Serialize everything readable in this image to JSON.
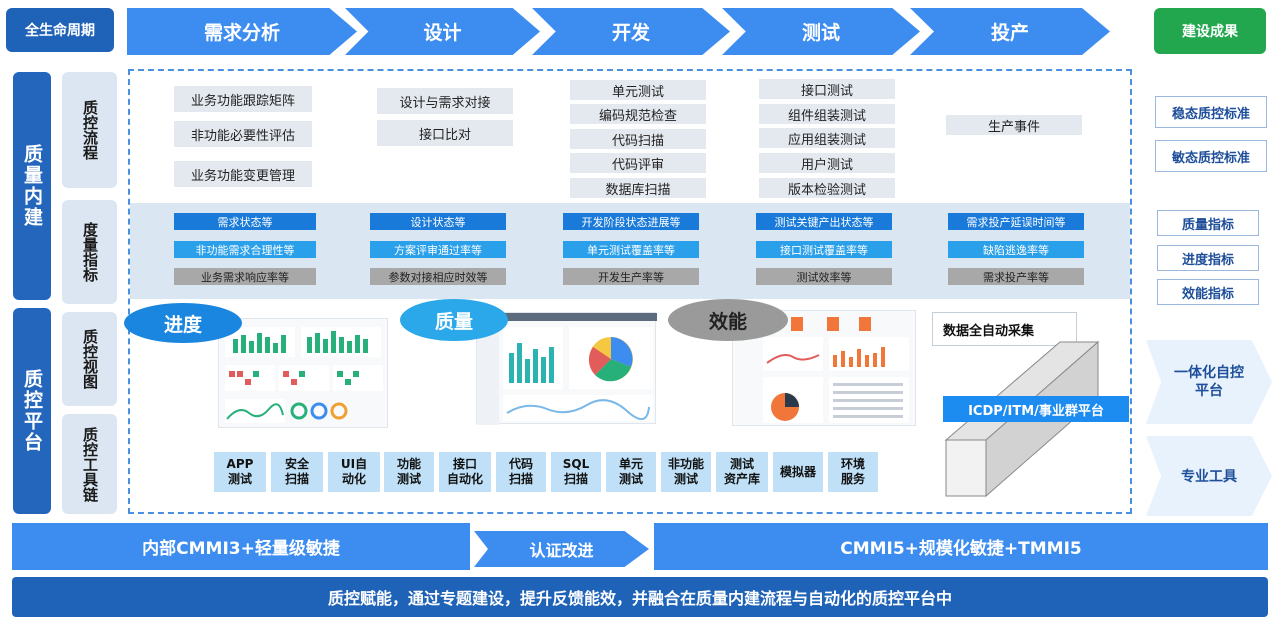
{
  "header": {
    "lifecycle": "全生命周期",
    "result": "建设成果",
    "phases": [
      "需求分析",
      "设计",
      "开发",
      "测试",
      "投产"
    ]
  },
  "left": {
    "quality_built_in": "质量内建",
    "qc_process": "质控流程",
    "metrics": "度量指标",
    "qc_platform": "质控平台",
    "qc_view": "质控视图",
    "qc_toolchain": "质控工具链"
  },
  "process": {
    "requirements": [
      "业务功能跟踪矩阵",
      "非功能必要性评估",
      "业务功能变更管理"
    ],
    "design": [
      "设计与需求对接",
      "接口比对"
    ],
    "develop": [
      "单元测试",
      "编码规范检查",
      "代码扫描",
      "代码评审",
      "数据库扫描"
    ],
    "test": [
      "接口测试",
      "组件组装测试",
      "应用组装测试",
      "用户测试",
      "版本检验测试"
    ],
    "production": [
      "生产事件"
    ]
  },
  "metric_rows": [
    [
      "需求状态等",
      "设计状态等",
      "开发阶段状态进展等",
      "测试关键产出状态等",
      "需求投产延误时间等"
    ],
    [
      "非功能需求合理性等",
      "方案评审通过率等",
      "单元测试覆盖率等",
      "接口测试覆盖率等",
      "缺陷逃逸率等"
    ],
    [
      "业务需求响应率等",
      "参数对接相应时效等",
      "开发生产率等",
      "测试效率等",
      "需求投产率等"
    ]
  ],
  "views": {
    "progress": "进度",
    "quality": "质量",
    "efficiency": "效能",
    "auto_collect": "数据全自动采集",
    "platform": "ICDP/ITM/事业群平台"
  },
  "tools": [
    [
      "APP",
      "测试"
    ],
    [
      "安全",
      "扫描"
    ],
    [
      "UI自",
      "动化"
    ],
    [
      "功能",
      "测试"
    ],
    [
      "接口",
      "自动化"
    ],
    [
      "代码",
      "扫描"
    ],
    [
      "SQL",
      "扫描"
    ],
    [
      "单元",
      "测试"
    ],
    [
      "非功能",
      "测试"
    ],
    [
      "测试",
      "资产库"
    ],
    [
      "模拟器"
    ],
    [
      "环境",
      "服务"
    ]
  ],
  "results": {
    "stable_std": "稳态质控标准",
    "agile_std": "敏态质控标准",
    "quality_idx": "质量指标",
    "progress_idx": "进度指标",
    "efficiency_idx": "效能指标",
    "integrated": [
      "一体化自控",
      "平台"
    ],
    "pro_tools": "专业工具"
  },
  "bottom": {
    "cmmi3": "内部CMMI3+轻量级敏捷",
    "certify": "认证改进",
    "cmmi5": "CMMI5+规模化敏捷+TMMI5",
    "summary": "质控赋能，通过专题建设，提升反馈能效，并融合在质量内建流程与自动化的质控平台中"
  },
  "colors": {
    "dark_blue": "#1f63b8",
    "phase_blue": "#3d8df0",
    "light_blue": "#bfe0f7",
    "green": "#22a74e",
    "metric_band": "#dbe6f3"
  }
}
